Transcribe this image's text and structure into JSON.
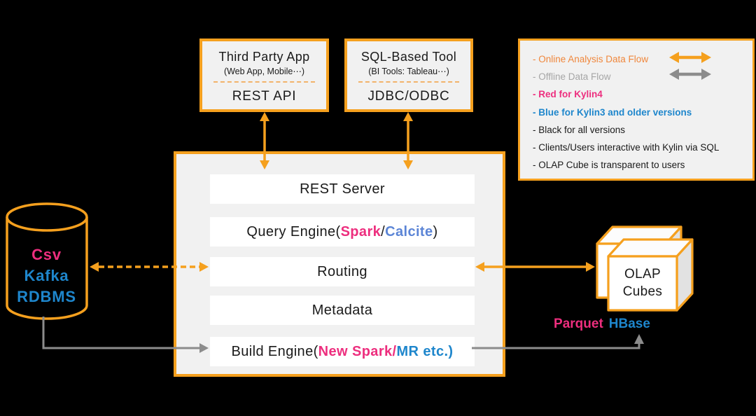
{
  "colors": {
    "background": "#000000",
    "orange": "#F5A01E",
    "legend_orange": "#F0873C",
    "gray_flow": "#8C8C8C",
    "legend_gray": "#A6A6A6",
    "pink": "#ED2E7E",
    "blue": "#1E86CC",
    "calcite_blue": "#5C85D6",
    "panel_bg": "#F1F1F1",
    "row_bg": "#FFFFFF",
    "text_black": "#1A1A1A"
  },
  "clients": [
    {
      "title": "Third Party App",
      "subtitle": "(Web App, Mobile⋯)",
      "interface": "REST API"
    },
    {
      "title": "SQL-Based Tool",
      "subtitle": "(BI Tools: Tableau⋯)",
      "interface": "JDBC/ODBC"
    }
  ],
  "legend": {
    "items": [
      {
        "text": "- Online Analysis Data Flow",
        "color": "legend-orange",
        "arrow": "orange"
      },
      {
        "text": "- Offline Data Flow",
        "color": "legend-gray",
        "arrow": "gray"
      },
      {
        "text": "- Red for Kylin4",
        "color": "pink"
      },
      {
        "text": "- Blue for Kylin3 and older versions",
        "color": "blue"
      },
      {
        "text": "- Black for all versions",
        "color": "black"
      },
      {
        "text": "- Clients/Users interactive with Kylin via SQL",
        "color": "black"
      },
      {
        "text": "- OLAP Cube is transparent to users",
        "color": "black"
      }
    ]
  },
  "kylin_server": {
    "rows": [
      {
        "name": "rest-server",
        "segments": [
          {
            "text": "REST Server",
            "color": "black"
          }
        ]
      },
      {
        "name": "query-engine",
        "segments": [
          {
            "text": "Query Engine(",
            "color": "black"
          },
          {
            "text": "Spark",
            "color": "pink"
          },
          {
            "text": "/",
            "color": "black"
          },
          {
            "text": "Calcite",
            "color": "calcite"
          },
          {
            "text": ")",
            "color": "black"
          }
        ]
      },
      {
        "name": "routing",
        "segments": [
          {
            "text": "Routing",
            "color": "black"
          }
        ]
      },
      {
        "name": "metadata",
        "segments": [
          {
            "text": "Metadata",
            "color": "black"
          }
        ]
      },
      {
        "name": "build-engine",
        "segments": [
          {
            "text": "Build Engine(",
            "color": "black"
          },
          {
            "text": "New Spark/",
            "color": "pink"
          },
          {
            "text": "MR etc.)",
            "color": "blue"
          }
        ]
      }
    ]
  },
  "data_sources": {
    "items": [
      {
        "text": "Csv",
        "color": "pink"
      },
      {
        "text": "Kafka",
        "color": "blue"
      },
      {
        "text": "RDBMS",
        "color": "blue"
      }
    ]
  },
  "storage": {
    "cube_label_line1": "OLAP",
    "cube_label_line2": "Cubes",
    "formats": [
      {
        "text": "Parquet",
        "color": "pink"
      },
      {
        "text": "HBase",
        "color": "blue"
      }
    ]
  }
}
